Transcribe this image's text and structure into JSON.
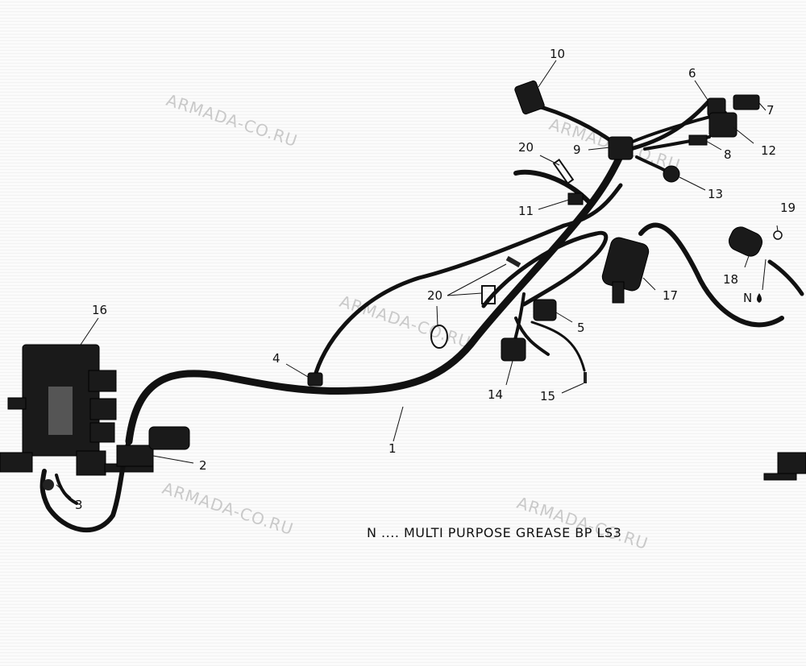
{
  "watermarks": [
    "ARMADA-CO.RU",
    "ARMADA-CO.RU",
    "ARMADA-CO.RU",
    "ARMADA-CO.RU",
    "ARMADA-CO.RU"
  ],
  "callouts": {
    "c1": "1",
    "c2": "2",
    "c3": "3",
    "c4": "4",
    "c5": "5",
    "c6": "6",
    "c7": "7",
    "c8": "8",
    "c9": "9",
    "c10": "10",
    "c11": "11",
    "c12": "12",
    "c13": "13",
    "c14": "14",
    "c15": "15",
    "c16": "16",
    "c17": "17",
    "c18": "18",
    "c19": "19",
    "c20a": "20",
    "c20b": "20",
    "n": "N"
  },
  "note": "N .... MULTI PURPOSE GREASE BP LS3"
}
